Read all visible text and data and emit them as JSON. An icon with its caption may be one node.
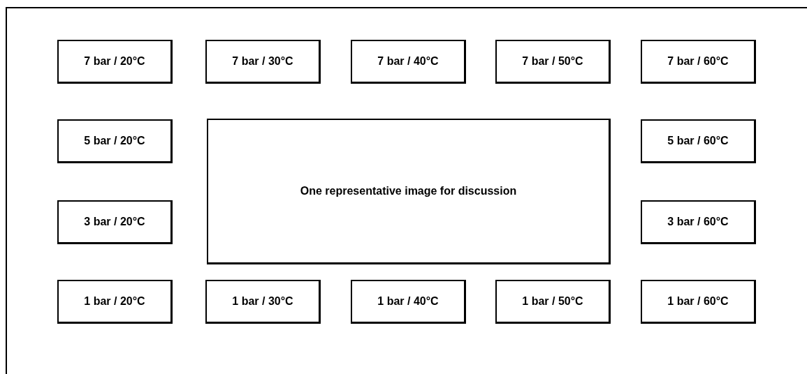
{
  "diagram": {
    "nodes": [
      {
        "text": [
          "7 bar / 20°C"
        ]
      },
      {
        "text": [
          "7 bar / 30°C"
        ]
      },
      {
        "text": [
          "7 bar / 40°C"
        ]
      },
      {
        "text": [
          "7 bar / 50°C"
        ]
      },
      {
        "text": [
          "7 bar / 60°C"
        ]
      },
      {
        "text": [
          "5 bar / 20°C"
        ]
      },
      {
        "text": [
          "One representative image for discussion"
        ]
      },
      {
        "text": [
          "5 bar / 60°C"
        ]
      },
      {
        "text": [
          "3 bar / 20°C"
        ]
      },
      {
        "text": [
          "3 bar / 60°C"
        ]
      },
      {
        "text": [
          "1 bar / 20°C"
        ]
      },
      {
        "text": [
          "1 bar / 30°C"
        ]
      },
      {
        "text": [
          "1 bar / 40°C"
        ]
      },
      {
        "text": [
          "1 bar / 50°C"
        ]
      },
      {
        "text": [
          "1 bar / 60°C"
        ]
      }
    ]
  }
}
